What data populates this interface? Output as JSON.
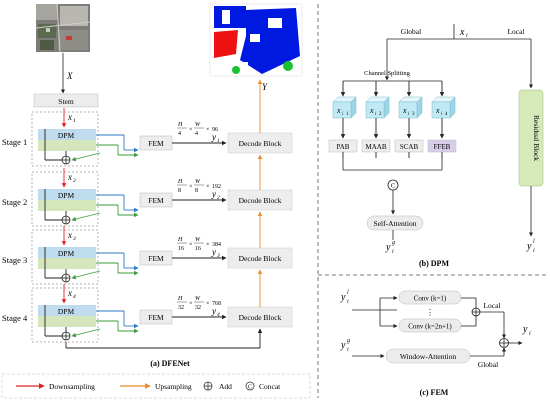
{
  "dfenet": {
    "caption": "(a)  DFENet",
    "input_var": "X",
    "output_var": "Y",
    "stem": "Stem",
    "dpm": "DPM",
    "fem": "FEM",
    "decode": "Decode Block",
    "stages": [
      {
        "label": "Stage 1",
        "x": "x",
        "xsub": "1",
        "y": "y",
        "ysub": "1",
        "h": "H",
        "hd": "4",
        "w": "W",
        "wd": "4",
        "ch": "96"
      },
      {
        "label": "Stage 2",
        "x": "x",
        "xsub": "2",
        "y": "y",
        "ysub": "2",
        "h": "H",
        "hd": "8",
        "w": "W",
        "wd": "8",
        "ch": "192"
      },
      {
        "label": "Stage 3",
        "x": "x",
        "xsub": "3",
        "y": "y",
        "ysub": "3",
        "h": "H",
        "hd": "16",
        "w": "W",
        "wd": "16",
        "ch": "384"
      },
      {
        "label": "Stage 4",
        "x": "x",
        "xsub": "4",
        "y": "y",
        "ysub": "4",
        "h": "H",
        "hd": "32",
        "w": "W",
        "wd": "32",
        "ch": "768"
      }
    ]
  },
  "dpm_panel": {
    "input": "x",
    "input_sub": "i",
    "global": "Global",
    "local": "Local",
    "splitting": "Channel Splitting",
    "branches": [
      {
        "sub": "1",
        "block": "PAB"
      },
      {
        "sub": "2",
        "block": "MAAB"
      },
      {
        "sub": "3",
        "block": "SCAB"
      },
      {
        "sub": "4",
        "block": "FFEB"
      }
    ],
    "residual": "Residual Block",
    "concat_sym": "C",
    "self_attention": "Self-Attention",
    "out_global": "y",
    "out_global_sup": "g",
    "out_global_sub": "i",
    "out_local": "y",
    "out_local_sup": "l",
    "out_local_sub": "i",
    "caption": "(b)  DPM"
  },
  "fem_panel": {
    "in_local": "y",
    "in_local_sup": "l",
    "in_global": "y",
    "in_global_sup": "g",
    "sub": "i",
    "conv1": "Conv (k=1)",
    "dots": "⋮",
    "conv2": "Conv (k=2n+1)",
    "window_attention": "Window-Attention",
    "local": "Local",
    "global": "Global",
    "output": "y",
    "output_sub": "i",
    "caption": "(c)  FEM"
  },
  "legend": {
    "downsampling": "Downsampling",
    "upsampling": "Upsampling",
    "add": "Add",
    "concat": "Concat",
    "concat_sym": "C"
  },
  "colors": {
    "dpm_blue": "#bfdcef",
    "dpm_green": "#d5e6bd",
    "residual_green": "#d6e9b9",
    "ffeb_purple": "#d8cde9",
    "block_gray": "#ededed",
    "cube_cyan": "#bfeaf5",
    "down_red": "#e02222",
    "up_orange": "#ef8a2c",
    "blue_line": "#2c79c9",
    "green_line": "#3a9b3a"
  }
}
